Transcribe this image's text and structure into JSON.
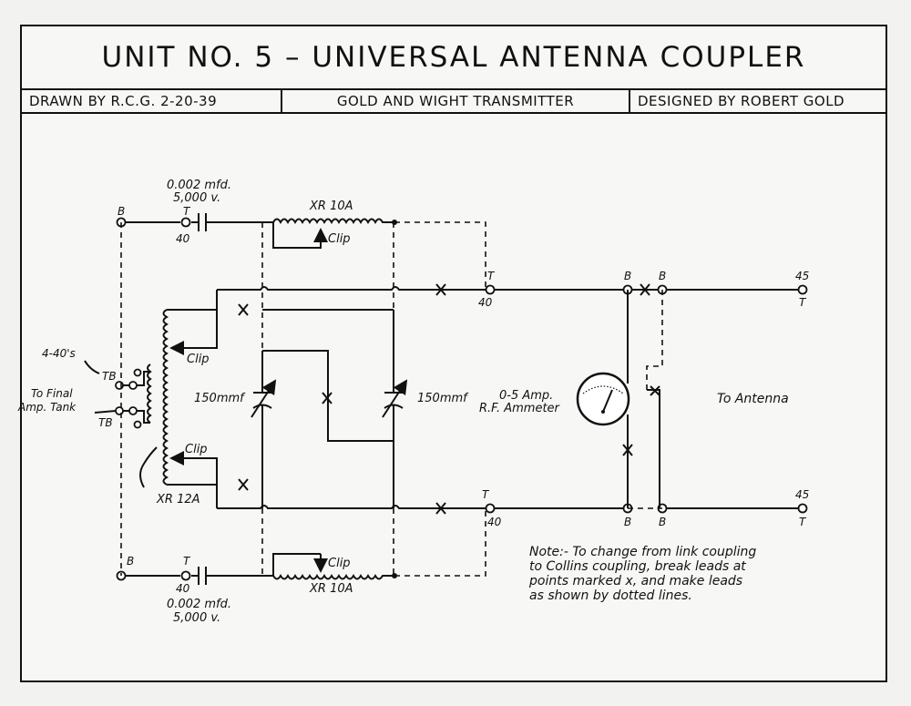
{
  "title": "UNIT NO. 5 – UNIVERSAL ANTENNA COUPLER",
  "info": {
    "drawn_by": "DRAWN BY R.C.G.  2-20-39",
    "transmitter": "GOLD AND WIGHT TRANSMITTER",
    "designer": "DESIGNED BY ROBERT GOLD"
  },
  "labels": {
    "cap_top_value": "0.002 mfd.",
    "cap_top_voltage": "5,000 v.",
    "cap_bottom_value": "0.002 mfd.",
    "cap_bottom_voltage": "5,000 v.",
    "coil_top": "XR 10A",
    "coil_bottom": "XR 10A",
    "coil_center": "XR 12A",
    "clip": "Clip",
    "clip_top_coil": "Clip",
    "clip_bottom_coil": "Clip",
    "clip_center_upper": "Clip",
    "clip_center_lower": "Clip",
    "tb": "TB",
    "four_forties": "4-40's",
    "to_final_line1": "To Final",
    "to_final_line2": "Amp. Tank",
    "cap_left_value": "150mmf",
    "cap_right_value": "150mmf",
    "ammeter_line1": "0-5 Amp.",
    "ammeter_line2": "R.F. Ammeter",
    "to_antenna": "To Antenna",
    "b": "B",
    "t": "T",
    "n40": "40",
    "n45": "45",
    "note_line1": "Note:- To change from link coupling",
    "note_line2": "to Collins coupling, break leads at",
    "note_line3": "points marked x, and make leads",
    "note_line4": "as shown by dotted lines."
  }
}
